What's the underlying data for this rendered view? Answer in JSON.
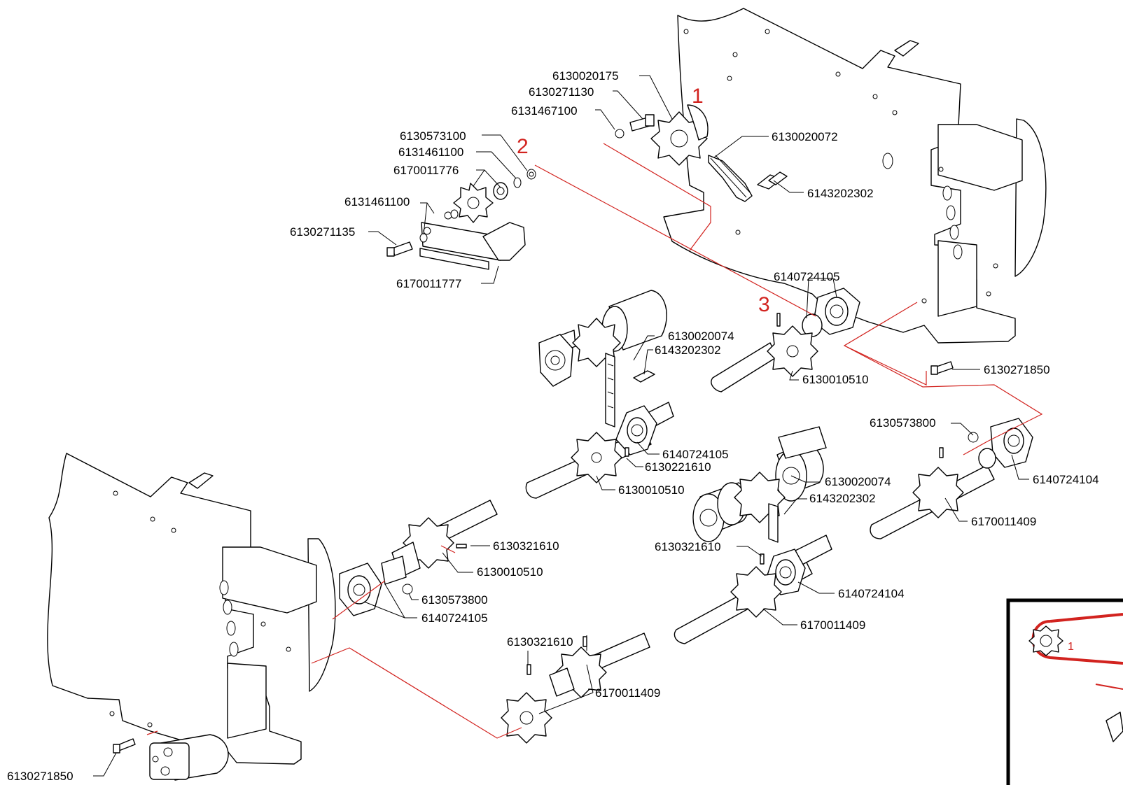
{
  "callouts": {
    "c1": "1",
    "c2": "2",
    "c3": "3",
    "inset_c1": "1"
  },
  "parts": {
    "p_6130020175": "6130020175",
    "p_6130271130": "6130271130",
    "p_6131467100": "6131467100",
    "p_6130573100": "6130573100",
    "p_6131461100_a": "6131461100",
    "p_6170011776": "6170011776",
    "p_6131461100_b": "6131461100",
    "p_6130271135": "6130271135",
    "p_6170011777": "6170011777",
    "p_6130020072": "6130020072",
    "p_6143202302_a": "6143202302",
    "p_6140724105_a": "6140724105",
    "p_6130020074_a": "6130020074",
    "p_6143202302_b": "6143202302",
    "p_6130010510_a": "6130010510",
    "p_6130271850_a": "6130271850",
    "p_6130573800_a": "6130573800",
    "p_6140724104_a": "6140724104",
    "p_6170011409_a": "6170011409",
    "p_6140724105_b": "6140724105",
    "p_6130221610": "6130221610",
    "p_6130010510_b": "6130010510",
    "p_6130020074_b": "6130020074",
    "p_6143202302_c": "6143202302",
    "p_6130321610_a": "6130321610",
    "p_6130321610_b": "6130321610",
    "p_6130010510_c": "6130010510",
    "p_6130573800_b": "6130573800",
    "p_6140724105_c": "6140724105",
    "p_6140724104_b": "6140724104",
    "p_6170011409_b": "6170011409",
    "p_6130321610_c": "6130321610",
    "p_6170011409_c": "6170011409",
    "p_6130271850_b": "6130271850"
  },
  "colors": {
    "ink": "#000000",
    "accent": "#d2231f",
    "background": "#ffffff"
  }
}
